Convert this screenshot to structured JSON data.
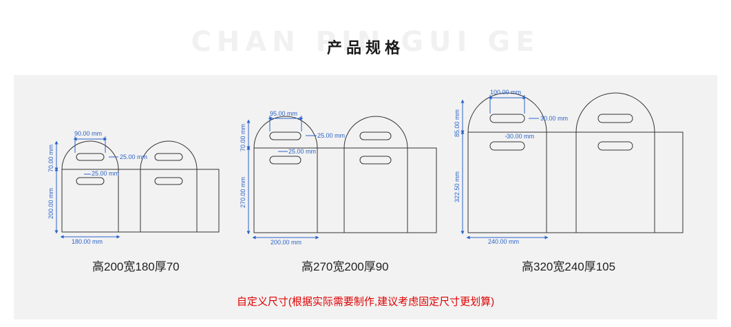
{
  "header": {
    "background_word": "CHAN PIN GUI GE",
    "title": "产品规格"
  },
  "bags": [
    {
      "caption": "高200宽180厚70",
      "dims": {
        "width": "180.00 mm",
        "height": "200.00 mm",
        "flap": "70.00 mm",
        "handle_width": "90.00 mm",
        "handle_gap": "25.00 mm",
        "handle_gap_2": "25.00 mm"
      }
    },
    {
      "caption": "高270宽200厚90",
      "dims": {
        "width": "200.00 mm",
        "height": "270.00 mm",
        "flap": "70.00 mm",
        "handle_width": "95.00 mm",
        "handle_gap": "25.00 mm",
        "handle_gap_2": "25.00 mm"
      }
    },
    {
      "caption": "高320宽240厚105",
      "dims": {
        "width": "240.00 mm",
        "height": "322.50 mm",
        "flap": "85.00 mm",
        "handle_width": "100.00 mm",
        "handle_gap": "30.00 mm",
        "handle_gap_2": "30.00 mm"
      }
    }
  ],
  "footer_note": "自定义尺寸(根据实际需要制作,建议考虑固定尺寸更划算)",
  "colors": {
    "panel_bg": "#f2f2f2",
    "line": "#333333",
    "dimension": "#2a63c8",
    "note": "#e00000"
  }
}
